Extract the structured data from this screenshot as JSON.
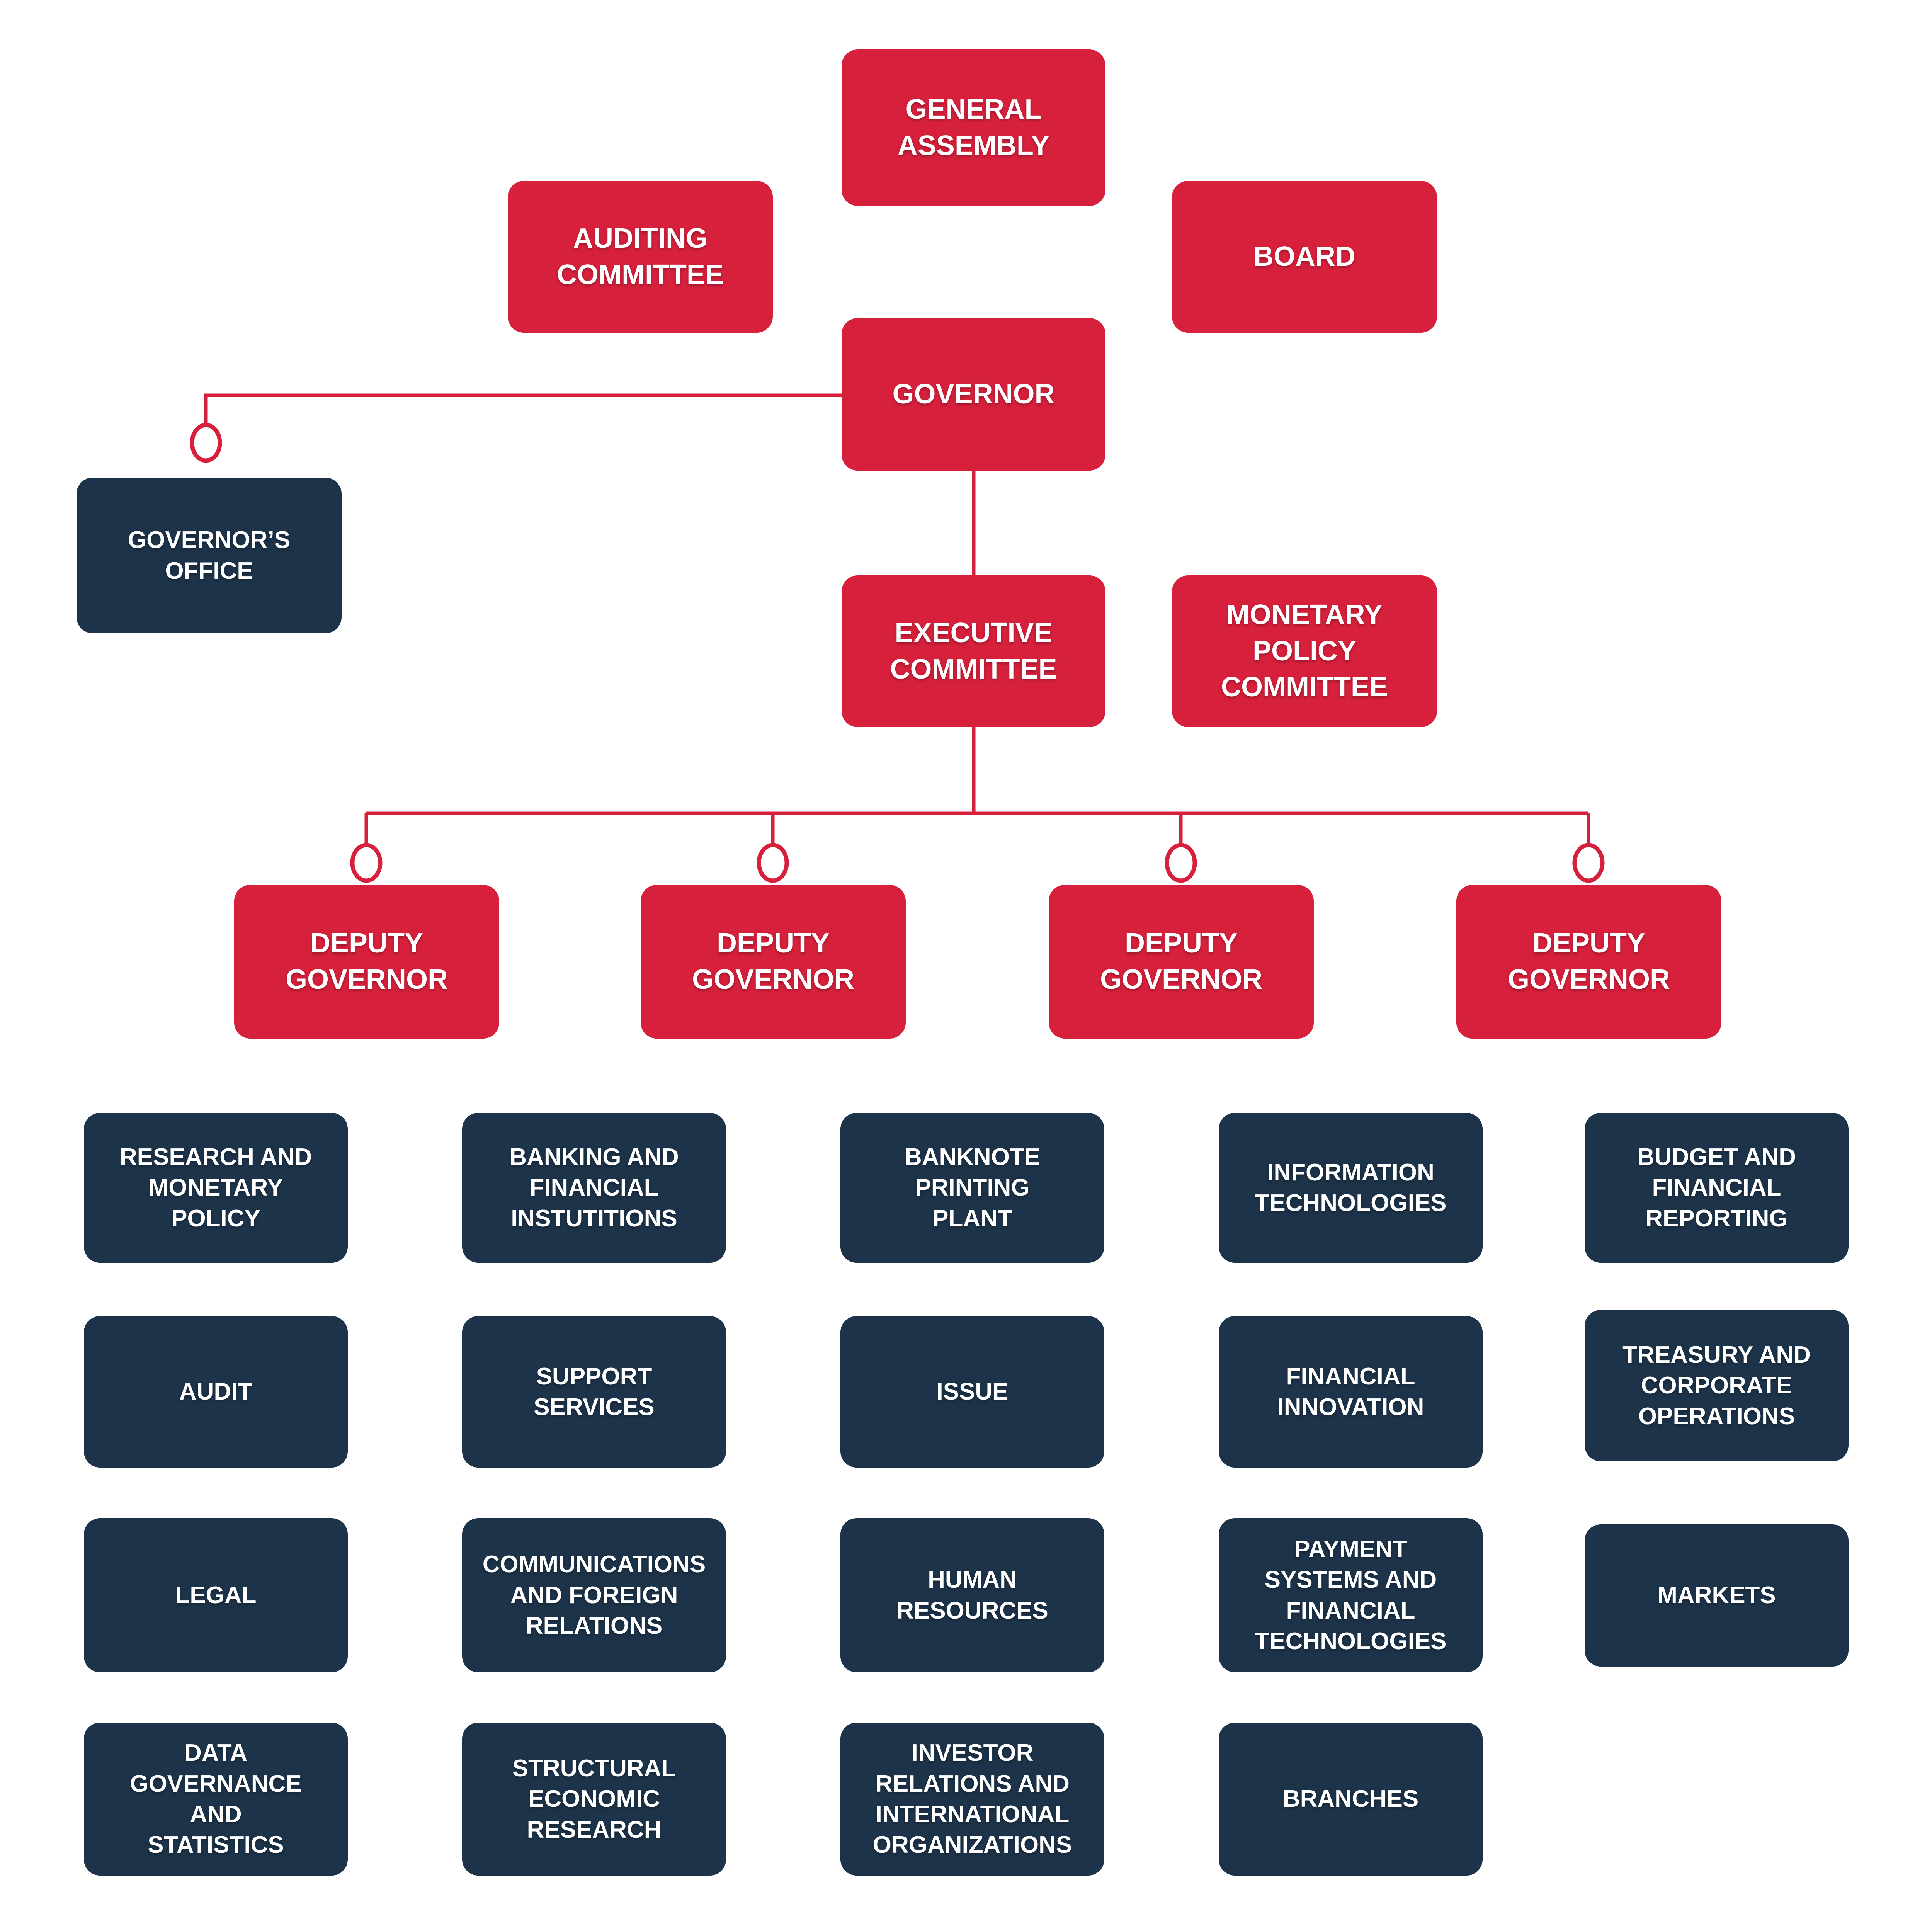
{
  "colors": {
    "red": "#d6203c",
    "navy": "#1d3349",
    "line": "#d6203c",
    "text": "#ffffff",
    "background": "#ffffff"
  },
  "nodes": {
    "general_assembly": "GENERAL\nASSEMBLY",
    "auditing_committee": "AUDITING\nCOMMITTEE",
    "board": "BOARD",
    "governor": "GOVERNOR",
    "governors_office": "GOVERNOR’S\nOFFICE",
    "executive_committee": "EXECUTIVE\nCOMMITTEE",
    "monetary_policy_committee": "MONETARY\nPOLICY\nCOMMITTEE",
    "deputy_governor_1": "DEPUTY\nGOVERNOR",
    "deputy_governor_2": "DEPUTY\nGOVERNOR",
    "deputy_governor_3": "DEPUTY\nGOVERNOR",
    "deputy_governor_4": "DEPUTY\nGOVERNOR",
    "research_and_monetary_policy": "RESEARCH AND\nMONETARY\nPOLICY",
    "banking_and_financial_instutitions": "BANKING AND\nFINANCIAL\nINSTUTITIONS",
    "banknote_printing_plant": "BANKNOTE\nPRINTING\nPLANT",
    "information_technologies": "INFORMATION\nTECHNOLOGIES",
    "budget_and_financial_reporting": "BUDGET AND\nFINANCIAL\nREPORTING",
    "audit": "AUDIT",
    "support_services": "SUPPORT\nSERVICES",
    "issue": "ISSUE",
    "financial_innovation": "FINANCIAL\nINNOVATION",
    "treasury_and_corporate_operations": "TREASURY AND\nCORPORATE\nOPERATIONS",
    "legal": "LEGAL",
    "communications_and_foreign_relations": "COMMUNICATIONS\nAND FOREIGN\nRELATIONS",
    "human_resources": "HUMAN\nRESOURCES",
    "payment_systems_and_financial_technologies": "PAYMENT\nSYSTEMS AND\nFINANCIAL\nTECHNOLOGIES",
    "markets": "MARKETS",
    "data_governance_and_statistics": "DATA\nGOVERNANCE\nAND\nSTATISTICS",
    "structural_economic_research": "STRUCTURAL\nECONOMIC\nRESEARCH",
    "investor_relations_and_international_organizations": "INVESTOR\nRELATIONS AND\nINTERNATIONAL\nORGANIZATIONS",
    "branches": "BRANCHES"
  }
}
